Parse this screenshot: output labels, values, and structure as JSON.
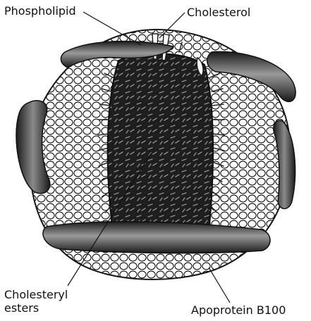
{
  "labels": {
    "phospholipid": "Phospholipid",
    "cholesterol": "Cholesterol",
    "cholesteryl_esters_line1": "Cholesteryl",
    "cholesteryl_esters_line2": "esters",
    "apoprotein": "Apoprotein B100"
  },
  "colors": {
    "background": "#ffffff",
    "ink": "#111111",
    "core_dark": "#1e1e1e",
    "protein_band": "#232323",
    "band_highlight": "#9a9a9a",
    "phospholipid_head": "#ffffff"
  }
}
